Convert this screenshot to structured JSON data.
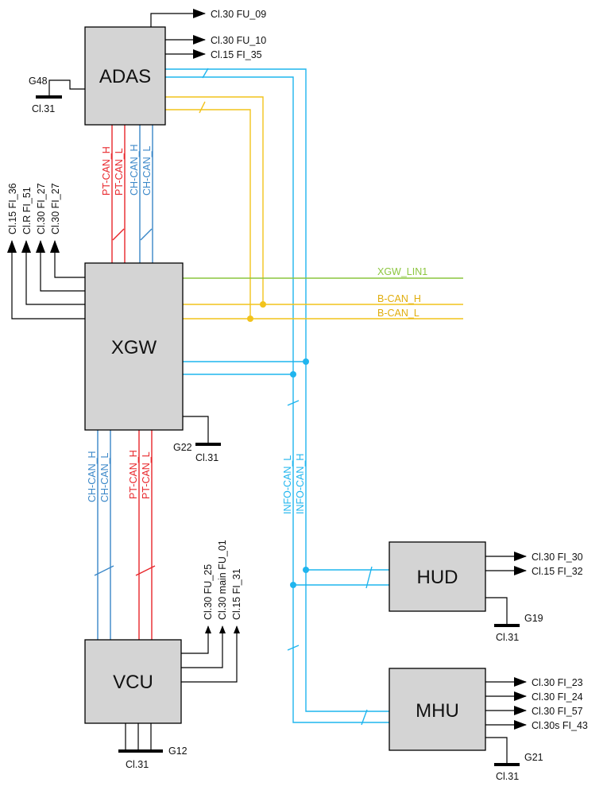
{
  "ecus": {
    "adas": "ADAS",
    "xgw": "XGW",
    "vcu": "VCU",
    "hud": "HUD",
    "mhu": "MHU"
  },
  "adas_outputs": [
    "Cl.30 FU_09",
    "Cl.30 FU_10",
    "Cl.15 FI_35"
  ],
  "adas_ground": {
    "id": "G48",
    "term": "Cl.31"
  },
  "adas_xgw_buses": [
    "PT-CAN_H",
    "PT-CAN_L",
    "CH-CAN_H",
    "CH-CAN_L"
  ],
  "xgw_supplies": [
    "Cl.15 FI_36",
    "Cl.R FI_51",
    "Cl.30 FI_27",
    "Cl.30 FI_27"
  ],
  "xgw_buses": [
    "XGW_LIN1",
    "B-CAN_H",
    "B-CAN_L"
  ],
  "xgw_ground": {
    "id": "G22",
    "term": "Cl.31"
  },
  "xgw_vcu_buses": [
    "CH-CAN_H",
    "CH-CAN_L",
    "PT-CAN_H",
    "PT-CAN_L"
  ],
  "vcu_supplies": [
    "Cl.30 FU_25",
    "Cl.30 main FU_01",
    "Cl.15 FI_31"
  ],
  "vcu_ground": {
    "id": "G12",
    "term": "Cl.31"
  },
  "info_buses": [
    "INFO-CAN_L",
    "INFO-CAN_H"
  ],
  "hud_outputs": [
    "Cl.30 FI_30",
    "Cl.15 FI_32"
  ],
  "hud_ground": {
    "id": "G19",
    "term": "Cl.31"
  },
  "mhu_outputs": [
    "Cl.30 FI_23",
    "Cl.30 FI_24",
    "Cl.30 FI_57",
    "Cl.30s FI_43"
  ],
  "mhu_ground": {
    "id": "G21",
    "term": "Cl.31"
  },
  "colors": {
    "pt_can": "#e8262b",
    "ch_can": "#3a87c8",
    "info_can": "#1fb5ee",
    "b_can": "#f2c31c",
    "lin": "#8cc63f"
  }
}
